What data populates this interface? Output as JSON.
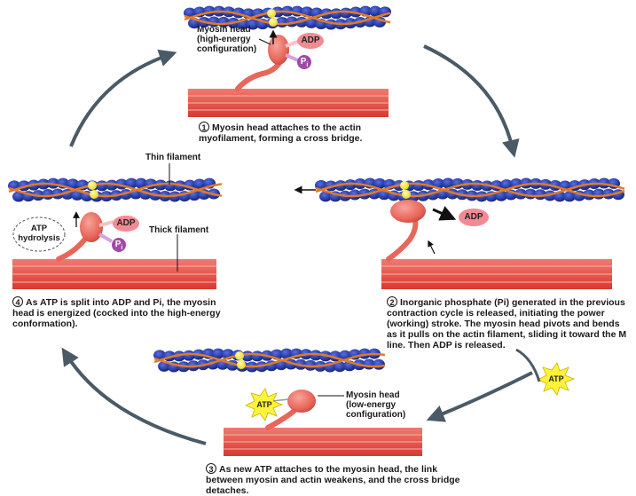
{
  "steps": [
    {
      "number": "1",
      "text": "Myosin head attaches to the actin myofilament, forming a cross bridge."
    },
    {
      "number": "2",
      "text": "Inorganic phosphate (Pi) generated in the previous contraction cycle is released, initiating the power (working) stroke. The myosin head pivots and bends as it pulls on the actin filament, sliding it toward the M line. Then ADP is released."
    },
    {
      "number": "3",
      "text": "As new ATP attaches to the myosin head, the link between myosin and actin weakens, and the cross bridge detaches."
    },
    {
      "number": "4",
      "text": "As ATP is split into ADP and Pi, the myosin head is energized (cocked into the high-energy conformation)."
    }
  ],
  "labels": {
    "myosin_head_high": [
      "Myosin head",
      "(high-energy",
      "configuration)"
    ],
    "myosin_head_low": [
      "Myosin head",
      "(low-energy",
      "configuration)"
    ],
    "thin_filament": "Thin filament",
    "thick_filament": "Thick filament",
    "atp_hydrolysis": [
      "ATP",
      "hydrolysis"
    ]
  },
  "molecules": {
    "adp": "ADP",
    "pi": "P",
    "pi_sub": "i",
    "atp": "ATP"
  },
  "colors": {
    "actin_blue": "#2a3fa8",
    "actin_dark": "#1a2470",
    "tropomyosin": "#e07a2a",
    "troponin": "#f4e23a",
    "myosin_head": "#e8665a",
    "thick_filament": "#e0443e",
    "adp_pink": "#f28a94",
    "pi_purple": "#a04aa8",
    "atp_yellow": "#fff23a",
    "cycle_arrow": "#4a5a66"
  }
}
